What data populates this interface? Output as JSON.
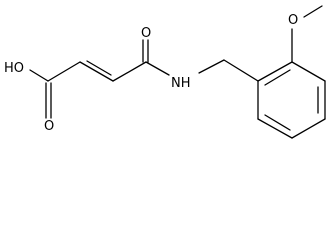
{
  "molecule": {
    "atoms": {
      "hydroxyl": "HO",
      "carboxyl_oxygen": "O",
      "amide_oxygen": "O",
      "amide_nitrogen": "NH",
      "ether_oxygen": "O"
    }
  }
}
